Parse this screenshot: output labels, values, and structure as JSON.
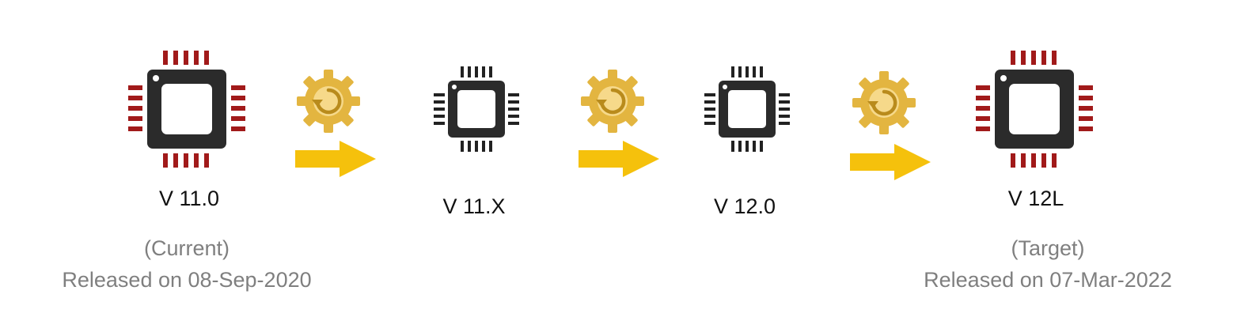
{
  "stages": [
    {
      "version": "V 11.0",
      "status": "(Current)",
      "release": "Released on 08-Sep-2020",
      "chip_variant": "large",
      "pin_color": "#a11a1a"
    },
    {
      "version": "V 11.X",
      "status": "",
      "release": "",
      "chip_variant": "small",
      "pin_color": "#222222"
    },
    {
      "version": "V 12.0",
      "status": "",
      "release": "",
      "chip_variant": "small",
      "pin_color": "#222222"
    },
    {
      "version": "V 12L",
      "status": "(Target)",
      "release": "Released on 07-Mar-2022",
      "chip_variant": "large",
      "pin_color": "#a11a1a"
    }
  ],
  "transition_icons": [
    "gear-refresh-icon",
    "arrow-right-icon"
  ],
  "colors": {
    "chip_body": "#2b2b2b",
    "chip_core": "#ffffff",
    "gear": "#e3b540",
    "arrow": "#f5c10c",
    "version_text": "#111111",
    "note_text": "#7f7f7f"
  }
}
